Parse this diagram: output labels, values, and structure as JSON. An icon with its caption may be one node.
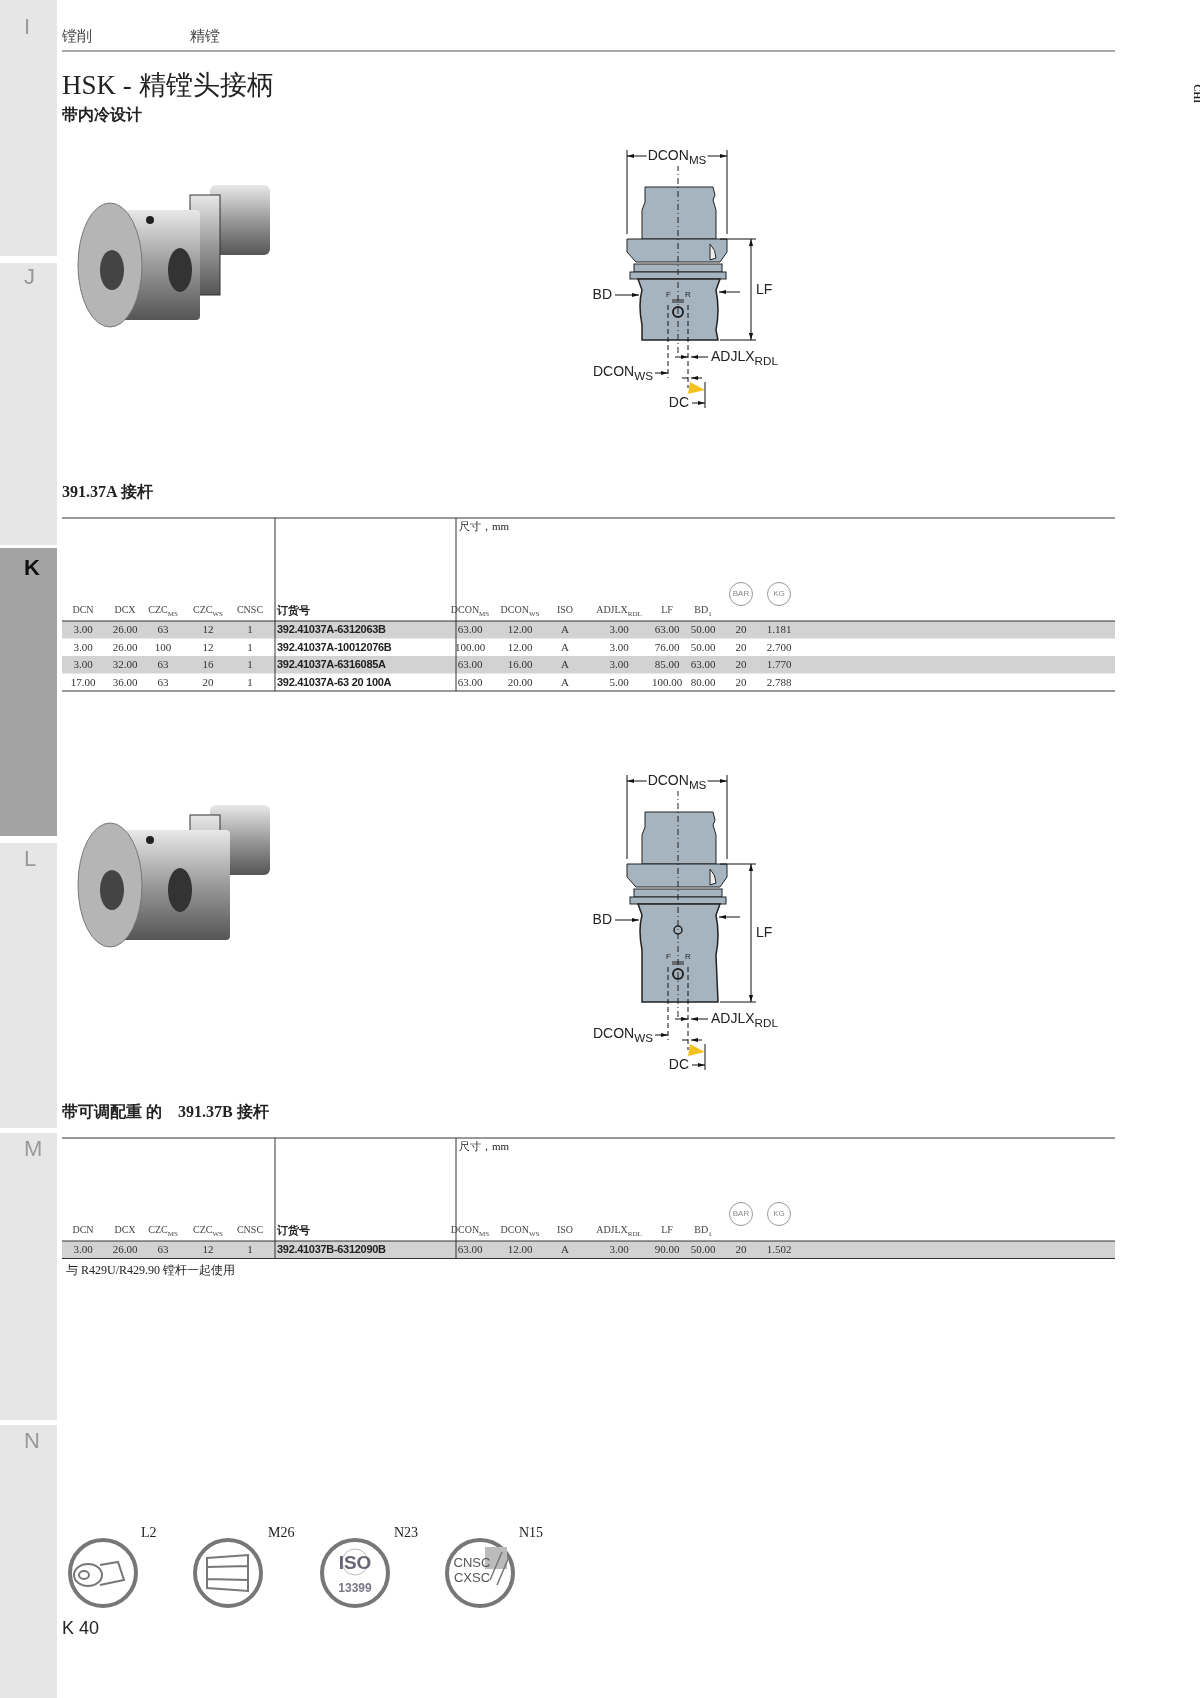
{
  "diagram": {
    "title": "HSK - 精镗头接柄",
    "labels": [
      "镗削",
      "精镗",
      "带内冷设计",
      "CHI",
      "I",
      "J",
      "K",
      "L",
      "M",
      "N",
      "DCON$_{MS}$",
      "BD",
      "LF",
      "F",
      "R",
      "ADJLX$_{RDL}$",
      "DCON$_{WS}$",
      "DC",
      "391.37A 接杆",
      "尺寸，mm",
      "DCN",
      "DCX",
      "CZC$_{MS}$",
      "CZC$_{WS}$",
      "CNSC",
      "订货号",
      "DCON$_{MS}$",
      "DCON$_{WS}$",
      "ISO",
      "ADJLX$_{RDL}$",
      "LF",
      "BD$_{1}$",
      "BAR",
      "KG",
      "3.00",
      "26.00",
      "63",
      "12",
      "1",
      "392.41037A-6312063B",
      "63.00",
      "12.00",
      "A",
      "3.00",
      "63.00",
      "50.00",
      "20",
      "1.181",
      "3.00",
      "26.00",
      "100",
      "12",
      "1",
      "392.41037A-10012076B",
      "100.00",
      "12.00",
      "A",
      "3.00",
      "76.00",
      "50.00",
      "20",
      "2.700",
      "3.00",
      "32.00",
      "63",
      "16",
      "1",
      "392.41037A-6316085A",
      "63.00",
      "16.00",
      "A",
      "3.00",
      "85.00",
      "63.00",
      "20",
      "1.770",
      "17.00",
      "36.00",
      "63",
      "20",
      "1",
      "392.41037A-63 20 100A",
      "63.00",
      "20.00",
      "A",
      "5.00",
      "100.00",
      "80.00",
      "20",
      "2.788",
      "DCON$_{MS}$",
      "BD",
      "LF",
      "F",
      "R",
      "ADJLX$_{RDL}$",
      "DCON$_{WS}$",
      "DC",
      "带可调配重 的　391.37B 接杆",
      "尺寸，mm",
      "DCN",
      "DCX",
      "CZC$_{MS}$",
      "CZC$_{WS}$",
      "CNSC",
      "订货号",
      "DCON$_{MS}$",
      "DCON$_{WS}$",
      "ISO",
      "ADJLX$_{RDL}$",
      "LF",
      "BD$_{1}$",
      "BAR",
      "KG",
      "3.00",
      "26.00",
      "63",
      "12",
      "1",
      "392.41037B-6312090B",
      "63.00",
      "12.00",
      "A",
      "3.00",
      "90.00",
      "50.00",
      "20",
      "1.502",
      "与 R429U/R429.90 镗杆一起使用",
      "L2",
      "M26",
      "ISO",
      "13399",
      "N23",
      "CNSC",
      "CXSC",
      "N15",
      "K 40"
    ]
  }
}
